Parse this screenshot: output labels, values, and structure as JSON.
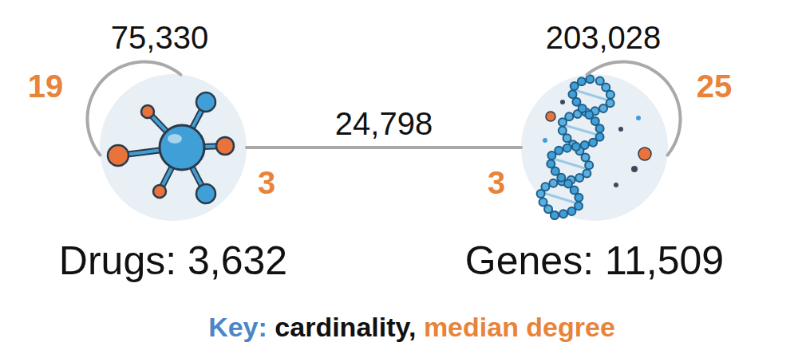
{
  "diagram": {
    "nodes": [
      {
        "text": [
          "Drugs: 3,632"
        ]
      },
      {
        "text": [
          "Genes: 11,509"
        ]
      }
    ],
    "edges": [
      {
        "from": 0,
        "to": 0,
        "arrow": "none",
        "label": "75,330"
      },
      {
        "from": 1,
        "to": 1,
        "arrow": "none",
        "label": "203,028"
      },
      {
        "from": 0,
        "to": 1,
        "arrow": "none",
        "label": "24,798"
      }
    ],
    "labels": [
      "19",
      "3",
      "3",
      "25",
      "Key:"
    ],
    "legend": [
      {
        "text": "cardinality,",
        "color": "#111111"
      },
      {
        "text": "median degree",
        "color": "#e8833a"
      }
    ]
  }
}
